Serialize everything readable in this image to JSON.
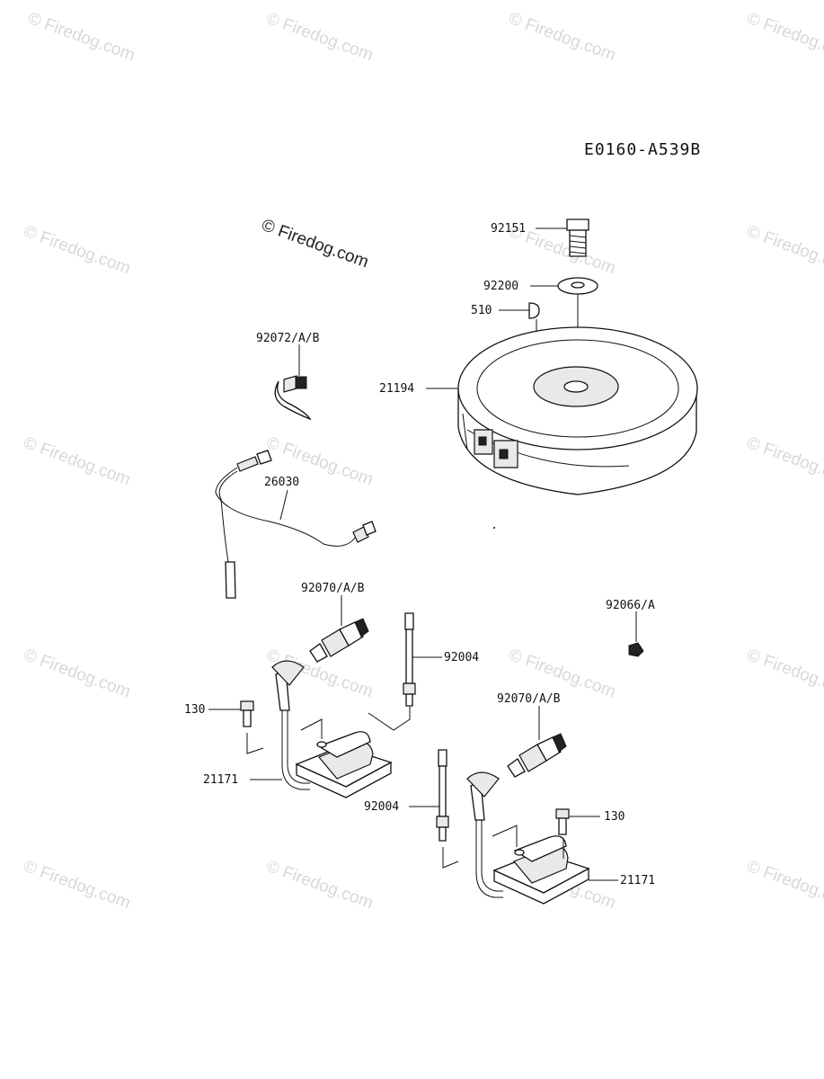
{
  "diagram_code": "E0160-A539B",
  "copyright_notice": "© Firedog.com",
  "watermark_text": "© Firedog.com",
  "parts": {
    "flywheel_bolt": "92151",
    "flywheel_washer": "92200",
    "flywheel_key": "510",
    "flywheel": "21194",
    "lead_clamp": "92072/A/B",
    "lead_wire": "26030",
    "spark_plug_upper": "92070/A/B",
    "stud_upper": "92004",
    "nut": "92066/A",
    "bolt_upper": "130",
    "coil_upper": "21171",
    "spark_plug_lower": "92070/A/B",
    "stud_lower": "92004",
    "bolt_lower": "130",
    "coil_lower": "21171"
  },
  "colors": {
    "ink": "#111111",
    "watermark": "#d8d8d8",
    "background": "#ffffff"
  }
}
